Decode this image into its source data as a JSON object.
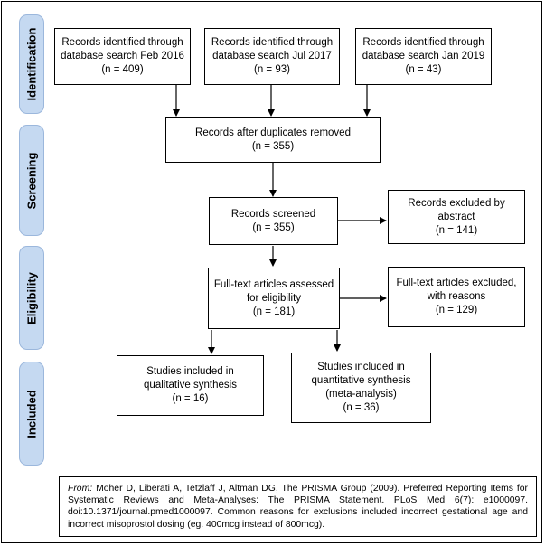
{
  "stages": {
    "identification": "Identification",
    "screening": "Screening",
    "eligibility": "Eligibility",
    "included": "Included"
  },
  "boxes": {
    "search_feb2016": {
      "line1": "Records identified through",
      "line2": "database search Feb 2016",
      "count": "(n = 409)"
    },
    "search_jul2017": {
      "line1": "Records identified through",
      "line2": "database search Jul 2017",
      "count": "(n = 93)"
    },
    "search_jan2019": {
      "line1": "Records identified through",
      "line2": "database search Jan 2019",
      "count": "(n = 43)"
    },
    "duplicates_removed": {
      "line1": "Records after duplicates removed",
      "count": "(n = 355)"
    },
    "screened": {
      "line1": "Records screened",
      "count": "(n = 355)"
    },
    "excluded_abstract": {
      "line1": "Records excluded by",
      "line2": "abstract",
      "count": "(n = 141)"
    },
    "fulltext_assessed": {
      "line1": "Full-text articles assessed",
      "line2": "for eligibility",
      "count": "(n = 181)"
    },
    "fulltext_excluded": {
      "line1": "Full-text articles excluded,",
      "line2": "with reasons",
      "count": "(n = 129)"
    },
    "qualitative": {
      "line1": "Studies included in",
      "line2": "qualitative synthesis",
      "count": "(n = 16)"
    },
    "quantitative": {
      "line1": "Studies included in",
      "line2": "quantitative synthesis",
      "line3": "(meta-analysis)",
      "count": "(n = 36)"
    }
  },
  "citation": {
    "from_label": "From:",
    "text": "Moher D, Liberati A, Tetzlaff J, Altman DG, The PRISMA Group (2009). Preferred Reporting Items for Systematic Reviews and Meta-Analyses: The PRISMA Statement. PLoS Med 6(7): e1000097. doi:10.1371/journal.pmed1000097. Common reasons for exclusions included incorrect gestational age and incorrect misoprostol dosing (eg. 400mcg instead of 800mcg)."
  }
}
